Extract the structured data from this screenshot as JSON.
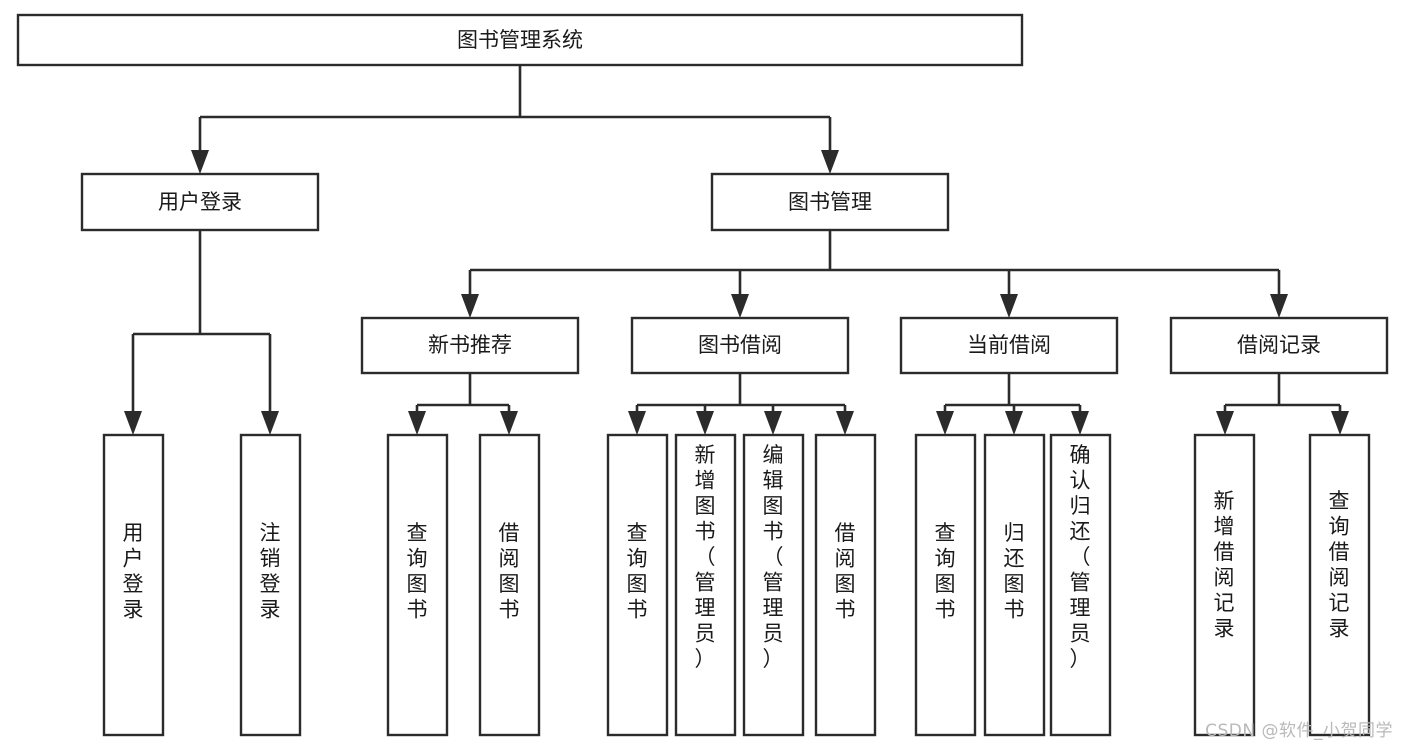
{
  "diagram": {
    "type": "tree-hierarchy-chart",
    "title": "图书管理系统",
    "colors": {
      "background": "#ffffff",
      "box_stroke": "#2b2b2b",
      "box_fill": "#ffffff",
      "connector": "#2b2b2b",
      "text": "#1a1a1a",
      "watermark": "#b9b9b9"
    },
    "levels": {
      "root": {
        "label": "图书管理系统",
        "orientation": "horizontal"
      },
      "level2": [
        {
          "label": "用户登录",
          "orientation": "horizontal"
        },
        {
          "label": "图书管理",
          "orientation": "horizontal"
        }
      ],
      "level3": [
        {
          "label": "新书推荐",
          "orientation": "horizontal",
          "parent": "图书管理"
        },
        {
          "label": "图书借阅",
          "orientation": "horizontal",
          "parent": "图书管理"
        },
        {
          "label": "当前借阅",
          "orientation": "horizontal",
          "parent": "图书管理"
        },
        {
          "label": "借阅记录",
          "orientation": "horizontal",
          "parent": "图书管理"
        }
      ],
      "leaves": [
        {
          "label": "用户登录",
          "orientation": "vertical",
          "parent": "用户登录"
        },
        {
          "label": "注销登录",
          "orientation": "vertical",
          "parent": "用户登录"
        },
        {
          "label": "查询图书",
          "orientation": "vertical",
          "parent": "新书推荐"
        },
        {
          "label": "借阅图书",
          "orientation": "vertical",
          "parent": "新书推荐"
        },
        {
          "label": "查询图书",
          "orientation": "vertical",
          "parent": "图书借阅"
        },
        {
          "label": "新增图书（管理员）",
          "orientation": "vertical",
          "parent": "图书借阅"
        },
        {
          "label": "编辑图书（管理员）",
          "orientation": "vertical",
          "parent": "图书借阅"
        },
        {
          "label": "借阅图书",
          "orientation": "vertical",
          "parent": "图书借阅"
        },
        {
          "label": "查询图书",
          "orientation": "vertical",
          "parent": "当前借阅"
        },
        {
          "label": "归还图书",
          "orientation": "vertical",
          "parent": "当前借阅"
        },
        {
          "label": "确认归还（管理员）",
          "orientation": "vertical",
          "parent": "当前借阅"
        },
        {
          "label": "新增借阅记录",
          "orientation": "vertical",
          "parent": "借阅记录"
        },
        {
          "label": "查询借阅记录",
          "orientation": "vertical",
          "parent": "借阅记录"
        }
      ]
    }
  },
  "watermark": {
    "text": "CSDN @软件_小贺同学"
  }
}
